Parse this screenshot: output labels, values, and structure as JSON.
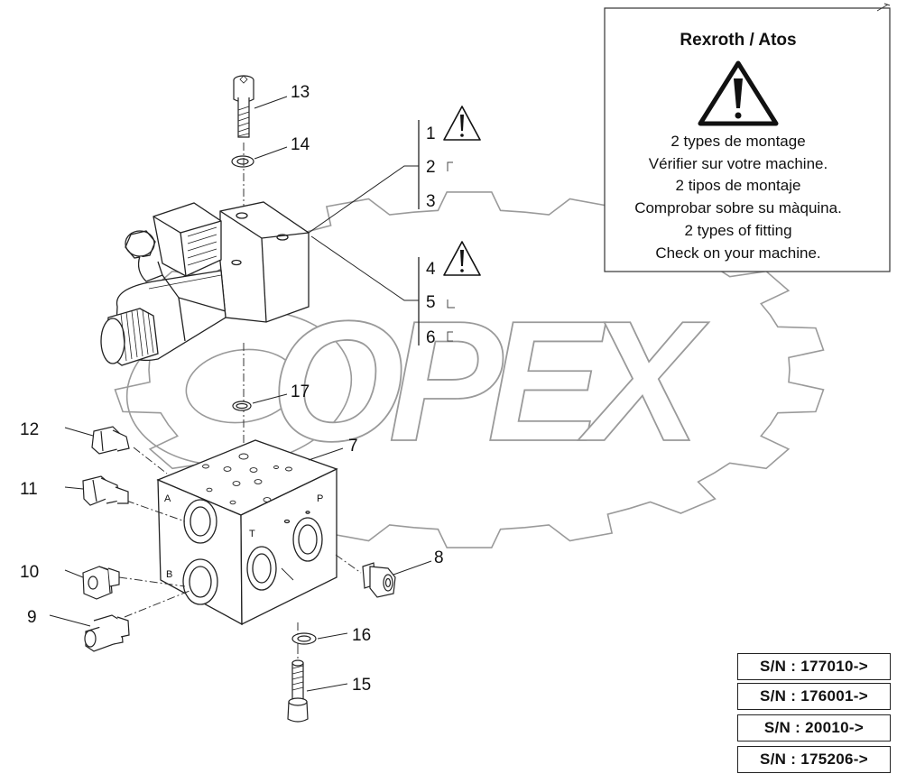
{
  "info_box": {
    "title": "Rexroth / Atos",
    "lines": [
      "2 types de montage",
      "Vérifier sur votre machine.",
      "2 tipos de montaje",
      "Comprobar sobre su màquina.",
      "2 types of fitting",
      "Check on your machine."
    ]
  },
  "watermark": {
    "text": "OPEX"
  },
  "callouts": [
    "1",
    "2",
    "3",
    "4",
    "5",
    "6",
    "7",
    "8",
    "9",
    "10",
    "11",
    "12",
    "13",
    "14",
    "15",
    "16",
    "17"
  ],
  "ports": {
    "a": "A",
    "b": "B",
    "t": "T",
    "p": "P"
  },
  "serials": [
    "S/N : 177010->",
    "S/N : 176001->",
    "S/N : 20010->",
    "S/N : 175206->"
  ],
  "icons": {
    "warning": "warning-triangle-icon",
    "bracket": "bracket-symbol-icon"
  }
}
